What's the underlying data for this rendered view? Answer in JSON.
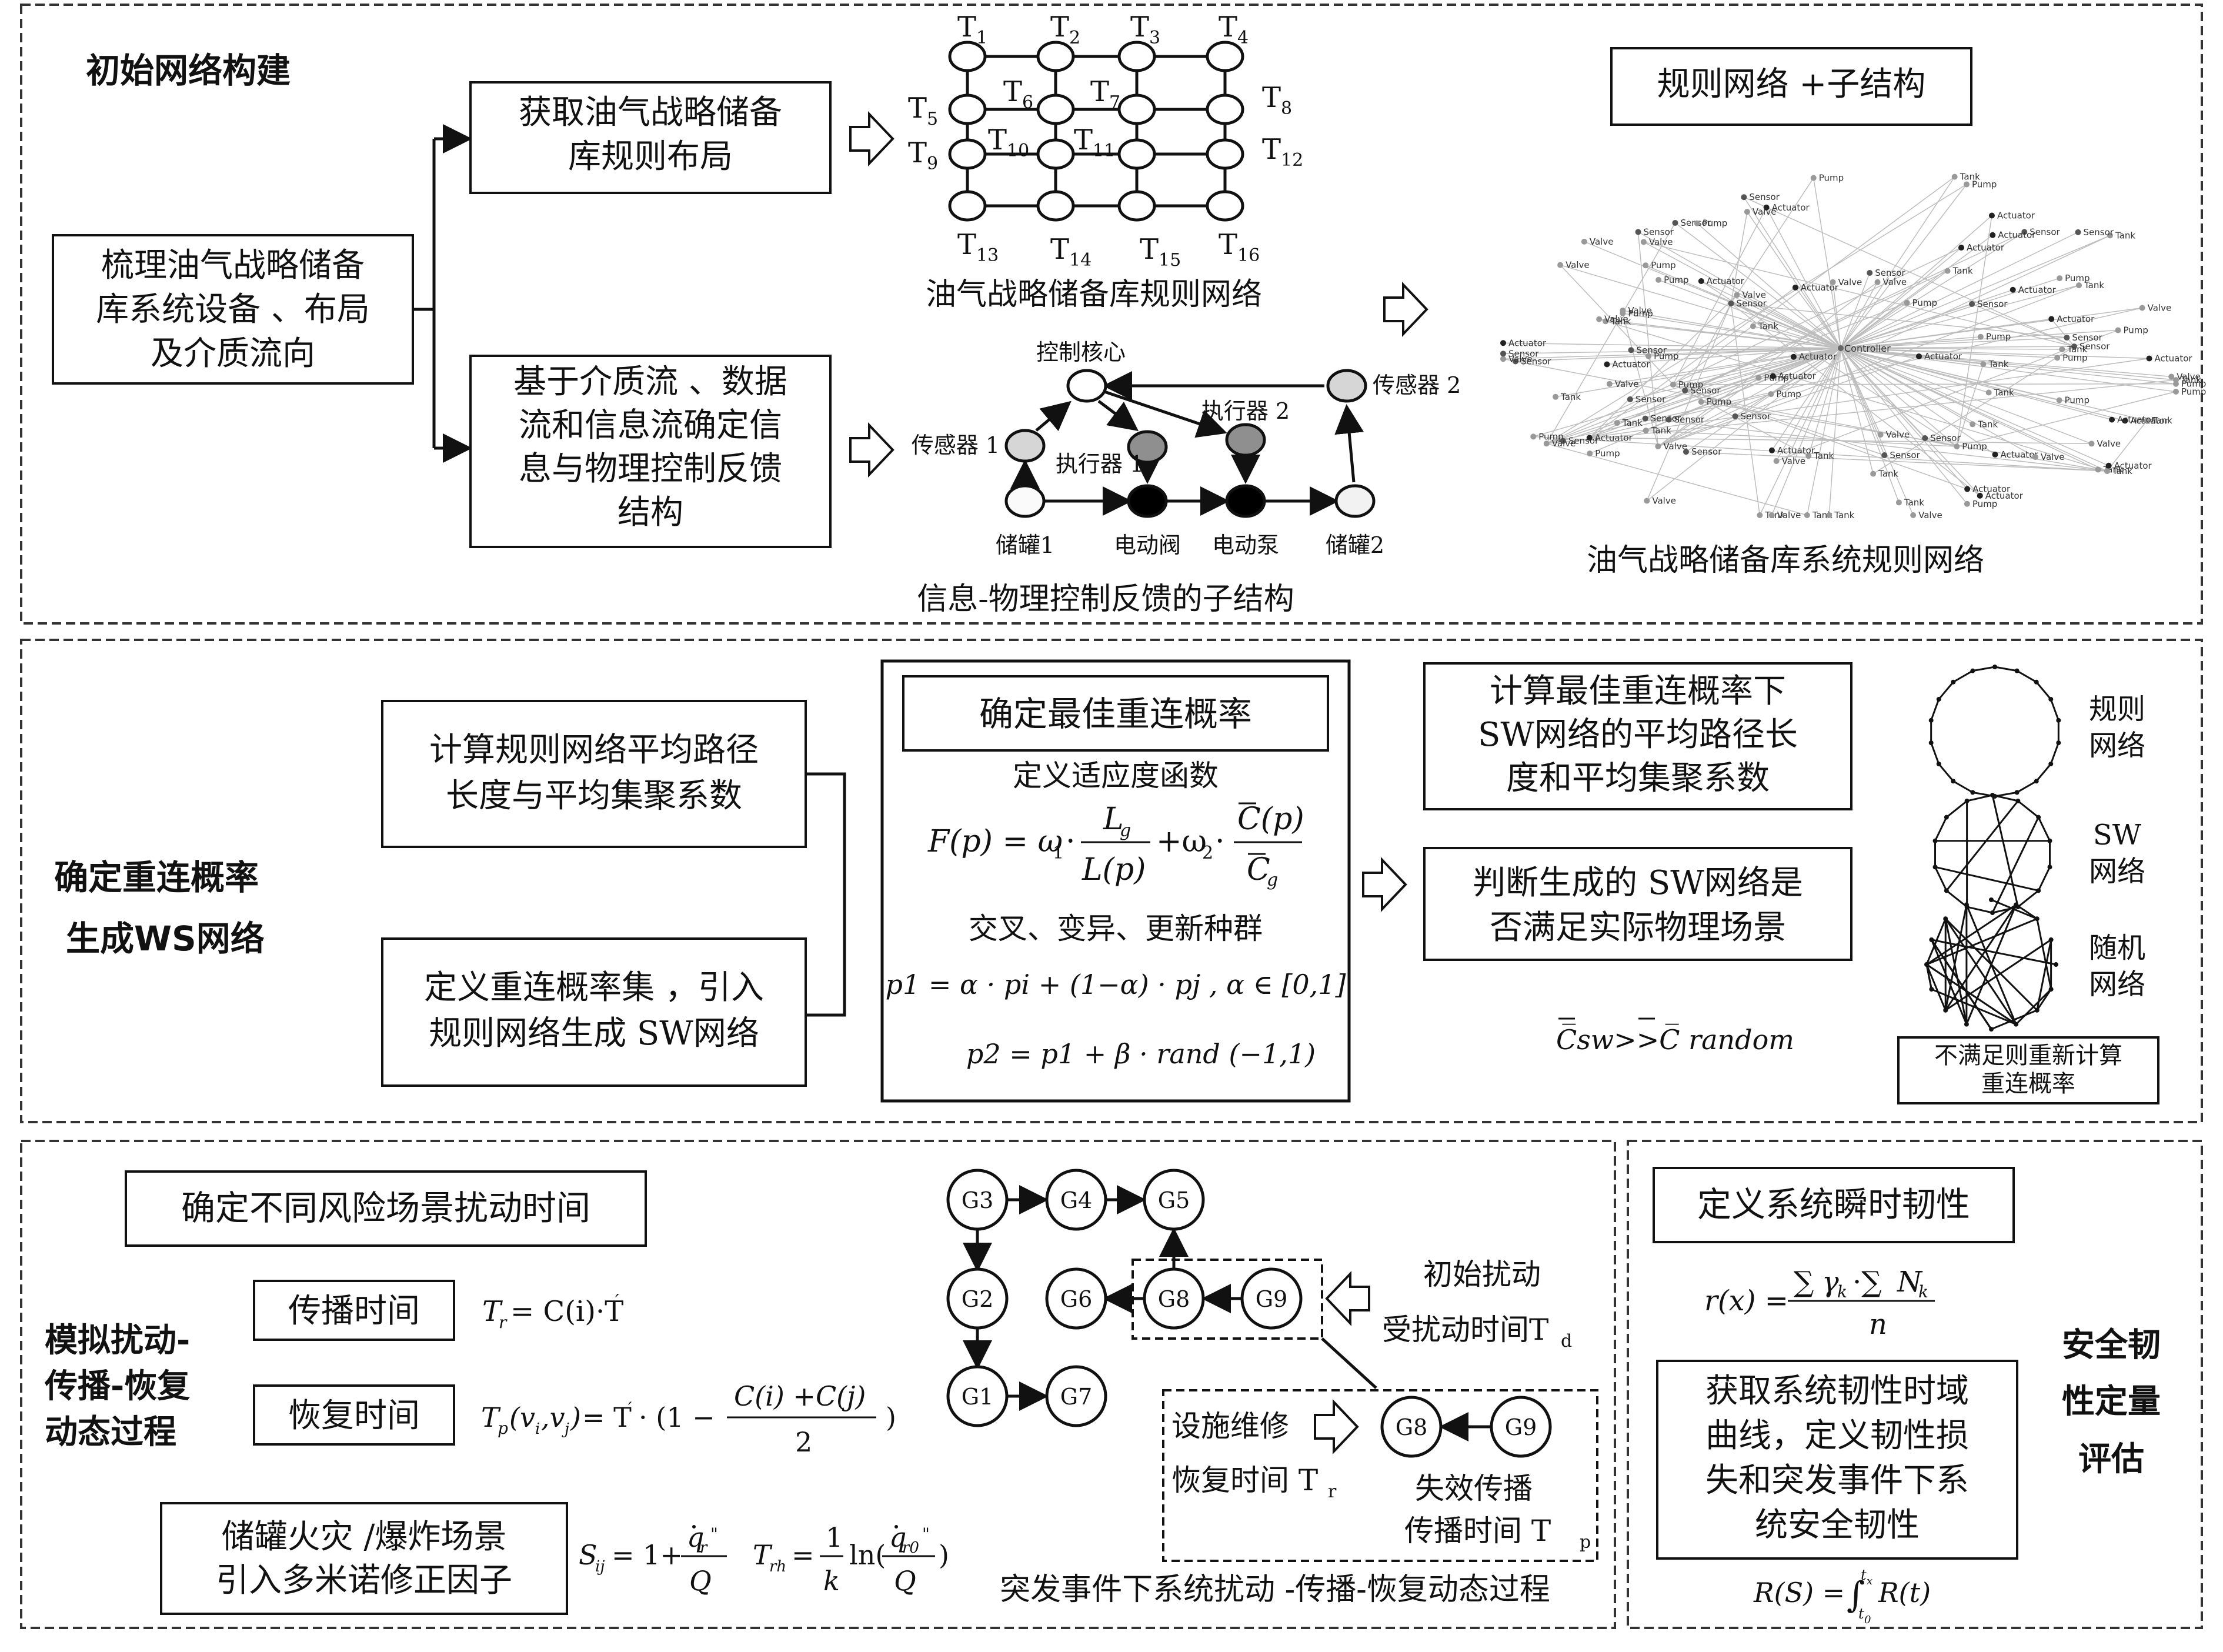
{
  "panel1": {
    "title": "初始网络构建",
    "box_left": [
      "梳理油气战略储备",
      "库系统设备 、布局",
      "及介质流向"
    ],
    "box_layout": [
      "获取油气战略储备",
      "库规则布局"
    ],
    "box_structure": [
      "基于介质流 、数据",
      "流和信息流确定信",
      "息与物理控制反馈",
      "结构"
    ],
    "grid_labels": [
      "T",
      "1",
      "2",
      "3",
      "4",
      "5",
      "6",
      "7",
      "8",
      "9",
      "10",
      "11",
      "12",
      "13",
      "14",
      "15",
      "16"
    ],
    "grid_caption": "油气战略储备库规则网络",
    "sub_labels": {
      "core": "控制核心",
      "sensor1": "传感器 1",
      "sensor2": "传感器 2",
      "actuator1": "执行器 1",
      "actuator2": "执行器 2",
      "tank1": "储罐1",
      "valve": "电动阀",
      "pump": "电动泵",
      "tank2": "储罐2"
    },
    "sub_caption": "信息-物理控制反馈的子结构",
    "box_regular_sub": "规则网络 +子结构",
    "net_caption": "油气战略储备库系统规则网络",
    "net_center_label": "Controller",
    "net_node_types": [
      "Tank",
      "Pump",
      "Sensor",
      "Valve",
      "Actuator"
    ]
  },
  "panel2": {
    "title": [
      "确定重连概率",
      "生成WS网络"
    ],
    "box_calc_regular": [
      "计算规则网络平均路径",
      "长度与平均集聚系数"
    ],
    "box_define_set": [
      "定义重连概率集 ，引入",
      "规则网络生成 SW网络"
    ],
    "box_best_prob": "确定最佳重连概率",
    "fitness_title": "定义适应度函数",
    "crossover_text": "交叉、变异、更新种群",
    "formula_p1": "p1 = α · pi + (1−α) · pj , α ∈ [0,1]",
    "formula_p2": "p2 = p1 + β · rand (−1,1)",
    "box_calc_sw": [
      "计算最佳重连概率下",
      "SW网络的平均路径长",
      "度和平均集聚系数"
    ],
    "box_judge": [
      "判断生成的 SW网络是",
      "否满足实际物理场景"
    ],
    "cond_text": "C̅sw>>C̅ random",
    "net_regular": [
      "规则",
      "网络"
    ],
    "net_sw": [
      "SW",
      "网络"
    ],
    "net_random": [
      "随机",
      "网络"
    ],
    "box_retry": [
      "不满足则重新计算",
      "重连概率"
    ]
  },
  "panel3": {
    "title": [
      "模拟扰动-",
      "传播-恢复",
      "动态过程"
    ],
    "box_disturb_time": "确定不同风险场景扰动时间",
    "box_prop_time": "传播时间",
    "box_recover_time": "恢复时间",
    "box_fire": [
      "储罐火灾 /爆炸场景",
      "引入多米诺修正因子"
    ],
    "nodes": [
      "G3",
      "G4",
      "G5",
      "G2",
      "G6",
      "G8",
      "G9",
      "G1",
      "G7"
    ],
    "init_disturb": [
      "初始扰动",
      "受扰动时间T"
    ],
    "repair": [
      "设施维修",
      "恢复时间 T"
    ],
    "fail_prop": [
      "失效传播",
      "传播时间 T"
    ],
    "sub_d": "d",
    "sub_r": "r",
    "sub_p": "p",
    "caption": "突发事件下系统扰动 -传播-恢复动态过程"
  },
  "panel4": {
    "box_define": "定义系统瞬时韧性",
    "box_curve": [
      "获取系统韧性时域",
      "曲线，定义韧性损",
      "失和突发事件下系",
      "统安全韧性"
    ],
    "title": [
      "安全韧",
      "性定量",
      "评估"
    ]
  }
}
